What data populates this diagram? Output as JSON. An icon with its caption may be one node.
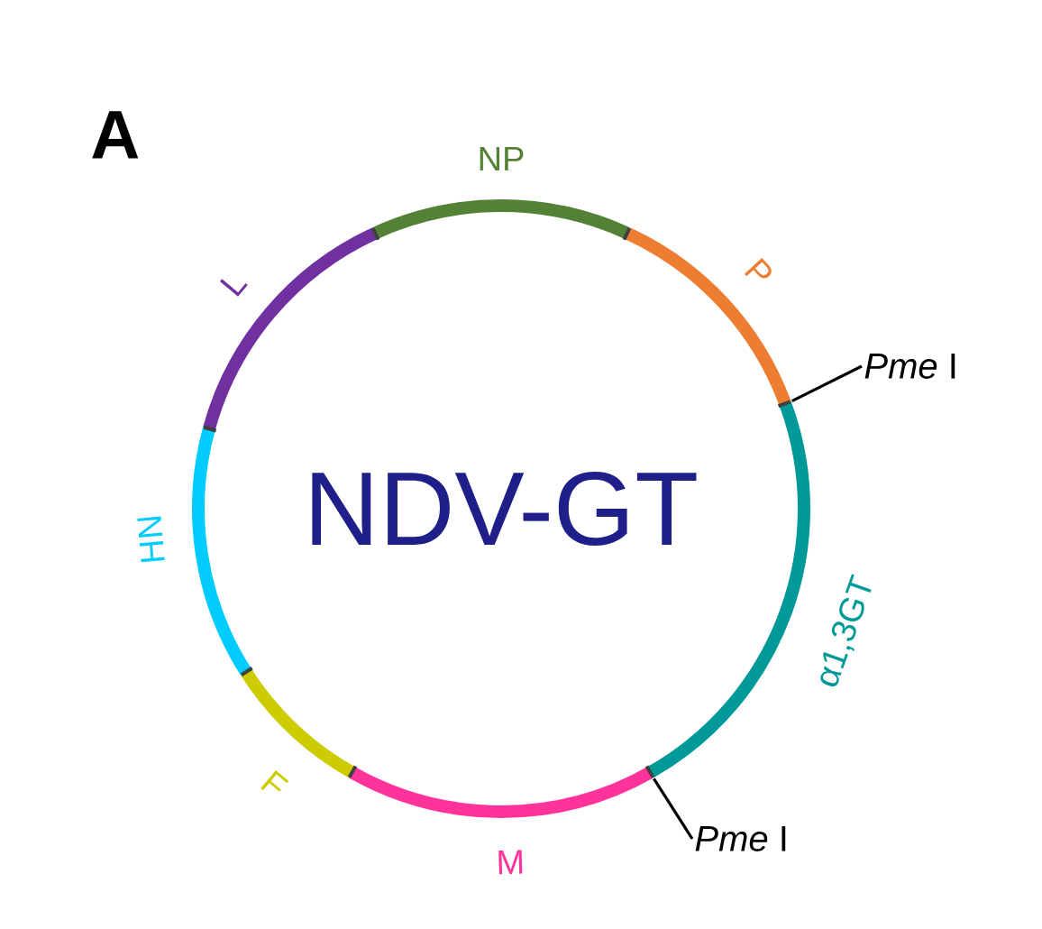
{
  "diagram": {
    "nodes": [
      {
        "text": [
          "NP"
        ]
      },
      {
        "text": [
          "P"
        ]
      },
      {
        "text": [
          "α1,3GT"
        ]
      },
      {
        "text": [
          "M"
        ]
      },
      {
        "text": [
          "F"
        ]
      },
      {
        "text": [
          "HN"
        ]
      },
      {
        "text": [
          "L"
        ]
      },
      {
        "text": [
          "*Pme* I"
        ]
      },
      {
        "text": [
          "*Pme* I"
        ]
      }
    ],
    "edges": [
      {
        "from": 7,
        "to": 1,
        "arrow": "none"
      },
      {
        "from": 8,
        "to": 3,
        "arrow": "none"
      }
    ],
    "labels": [
      "A",
      "NDV-GT"
    ]
  }
}
